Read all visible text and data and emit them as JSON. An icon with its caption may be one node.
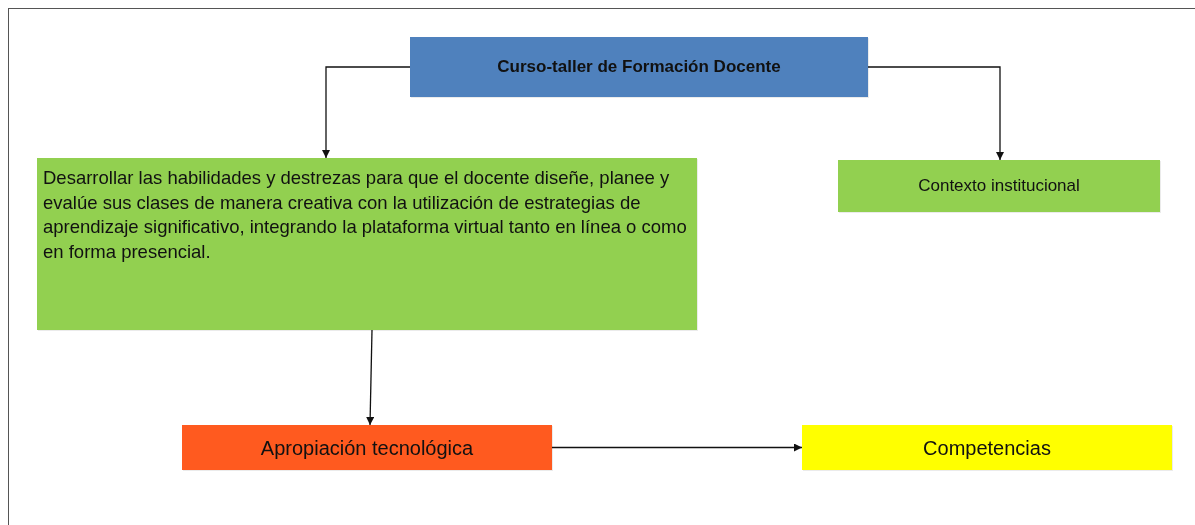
{
  "diagram": {
    "nodes": [
      {
        "text": [
          "Curso-taller de Formación Docente"
        ]
      },
      {
        "text": [
          "Desarrollar las habilidades y destrezas para que el docente diseñe, planee y evalúe sus clases de manera creativa con la utilización de estrategias de aprendizaje significativo, integrando la plataforma virtual tanto en línea o como en forma presencial."
        ]
      },
      {
        "text": [
          "Contexto institucional"
        ]
      },
      {
        "text": [
          "Apropiación tecnológica"
        ]
      },
      {
        "text": [
          "Competencias"
        ]
      }
    ],
    "edges": [
      {
        "from": 0,
        "to": 1,
        "arrow": "to"
      },
      {
        "from": 0,
        "to": 2,
        "arrow": "to"
      },
      {
        "from": 1,
        "to": 3,
        "arrow": "to"
      },
      {
        "from": 3,
        "to": 4,
        "arrow": "to"
      }
    ]
  }
}
